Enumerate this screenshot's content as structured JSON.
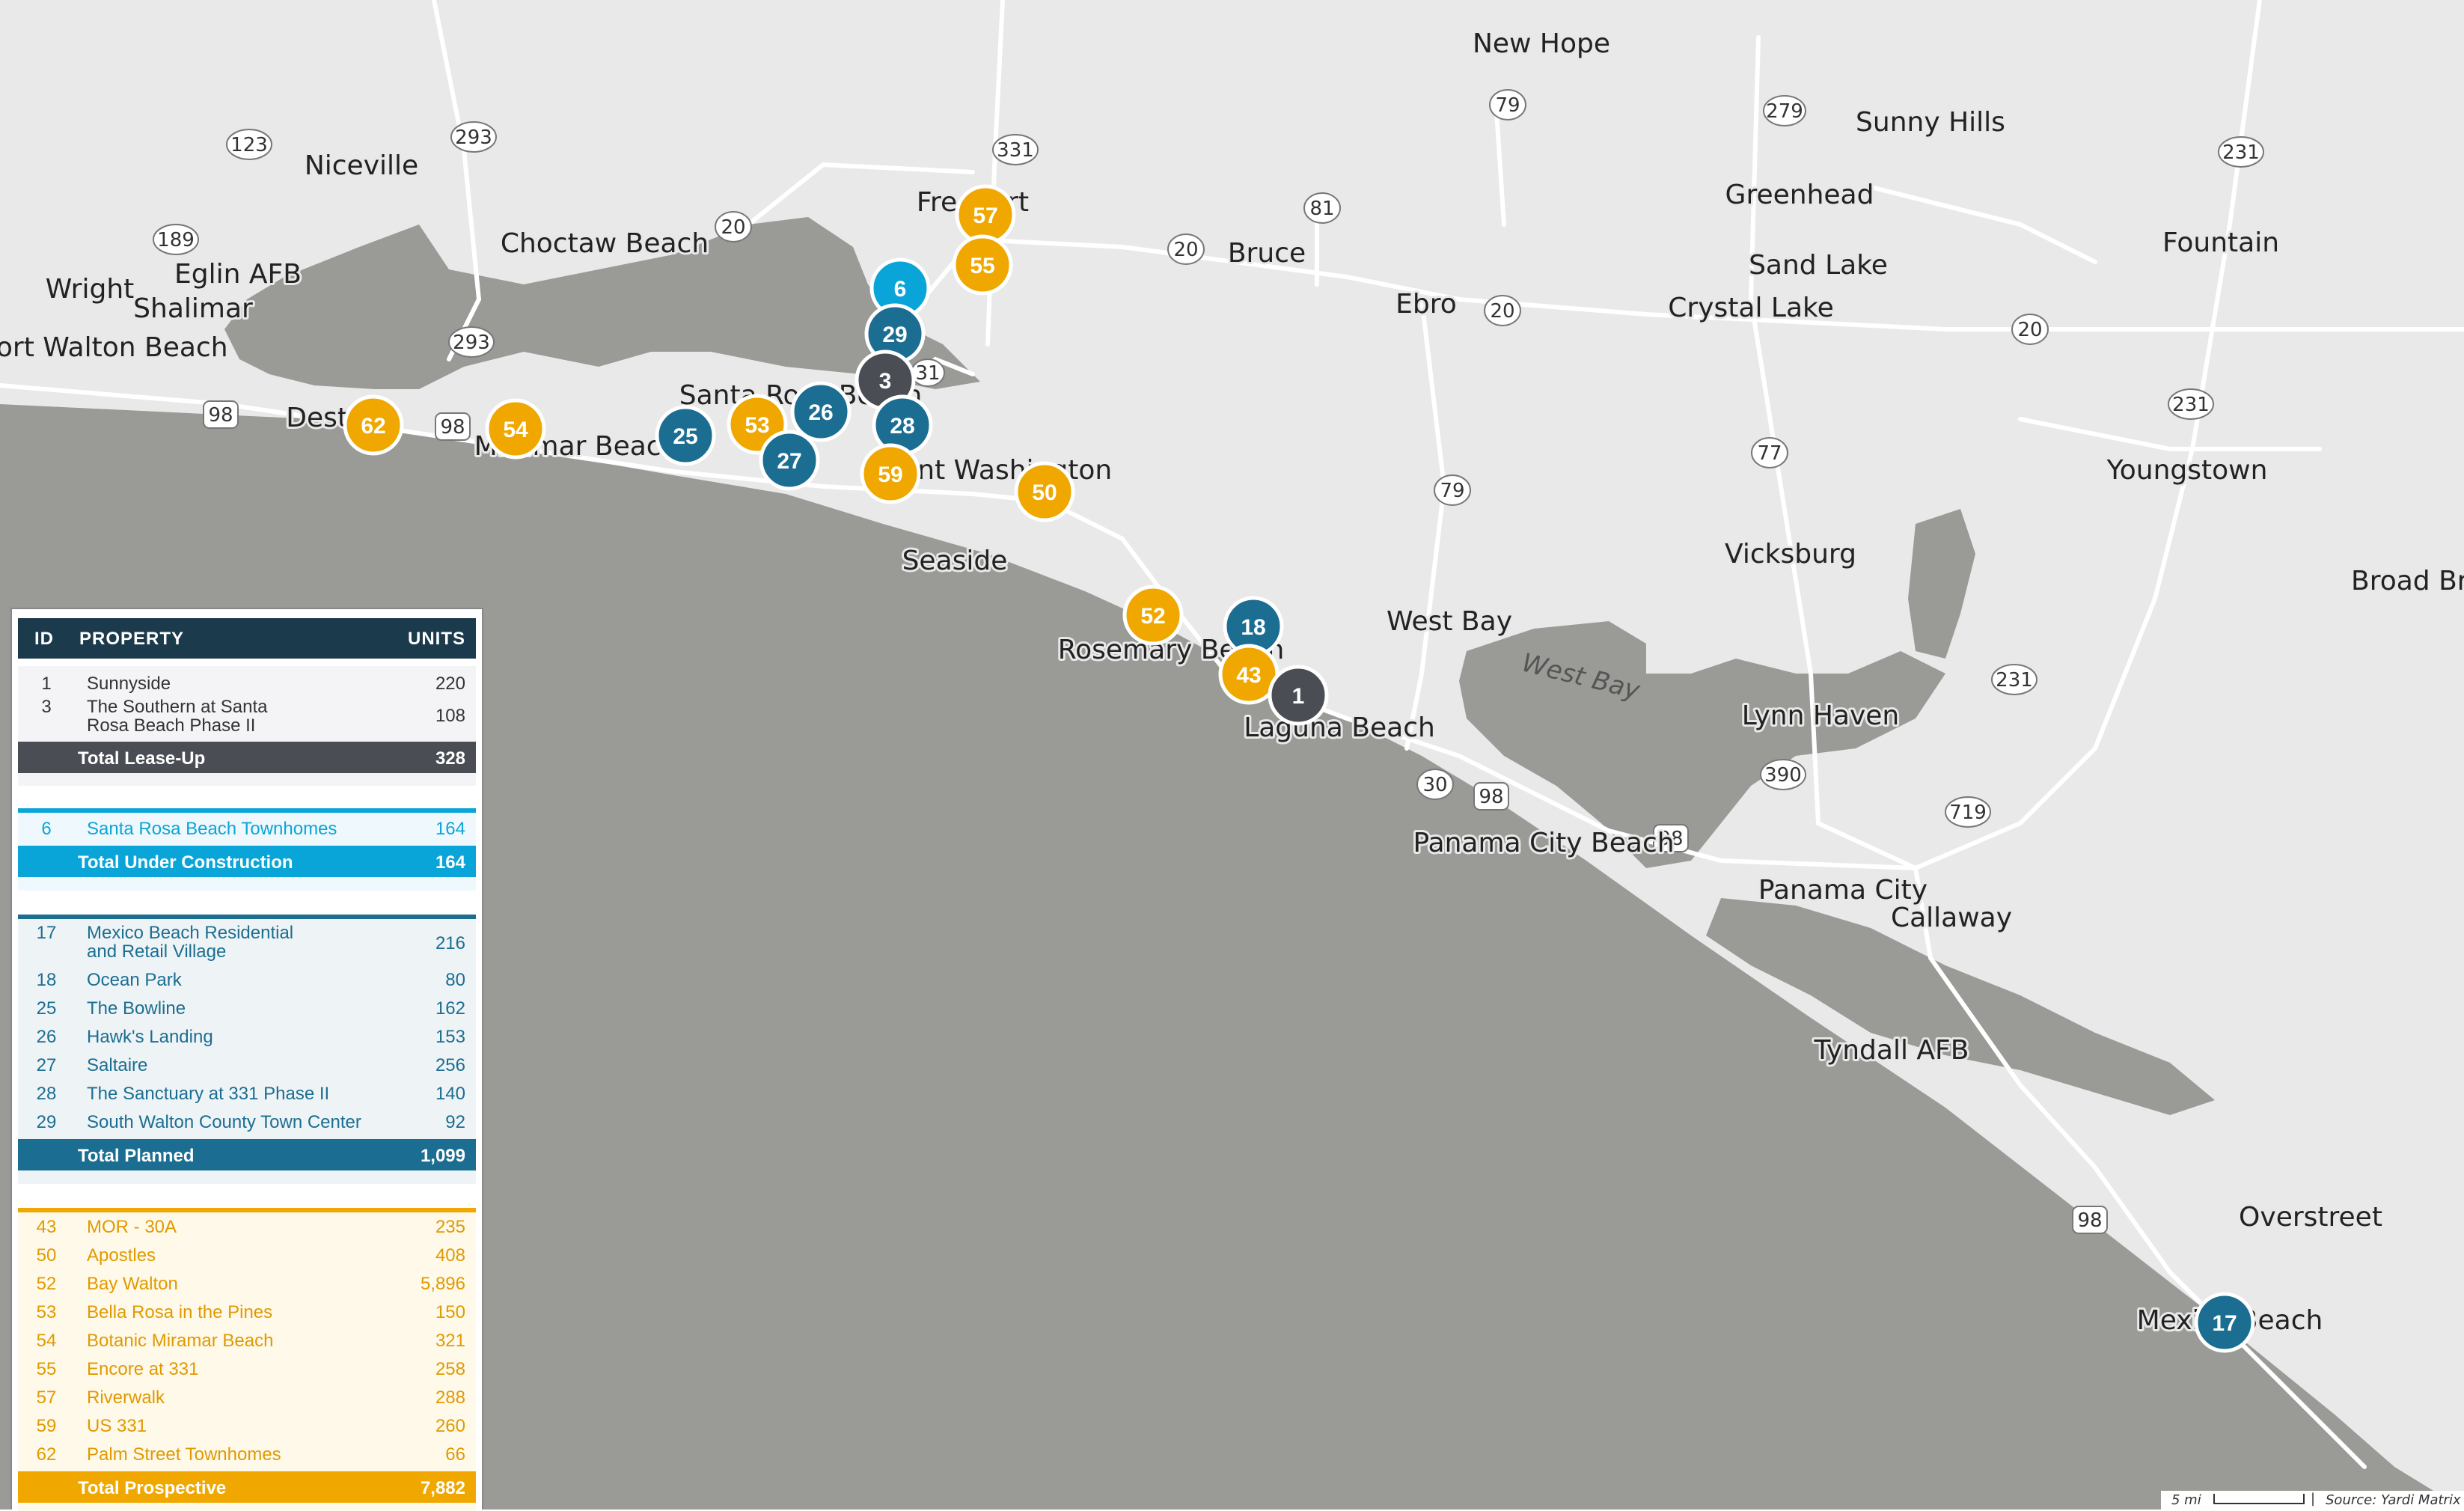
{
  "map": {
    "places": [
      {
        "name": "New Hope"
      },
      {
        "name": "Sunny Hills"
      },
      {
        "name": "Niceville"
      },
      {
        "name": "Greenhead"
      },
      {
        "name": "Choctaw Beach"
      },
      {
        "name": "Bruce"
      },
      {
        "name": "Fountain"
      },
      {
        "name": "Sand Lake"
      },
      {
        "name": "Wright"
      },
      {
        "name": "Eglin AFB"
      },
      {
        "name": "Shalimar"
      },
      {
        "name": "Ebro"
      },
      {
        "name": "Crystal Lake"
      },
      {
        "name": "Fort Walton Beach"
      },
      {
        "name": "Youngstown"
      },
      {
        "name": "Seaside"
      },
      {
        "name": "Vicksburg"
      },
      {
        "name": "Broad Br"
      },
      {
        "name": "West Bay"
      },
      {
        "name": "Lynn Haven"
      },
      {
        "name": "Panama City Beach"
      },
      {
        "name": "Panama City"
      },
      {
        "name": "Callaway"
      },
      {
        "name": "Tyndall AFB"
      },
      {
        "name": "Overstreet"
      },
      {
        "name": "Laguna Beach"
      },
      {
        "name": "Point Washington"
      },
      {
        "name": "Miramar Beach"
      },
      {
        "name": "Destin"
      },
      {
        "name": "Freeport"
      },
      {
        "name": "Santa Rosa Beach"
      },
      {
        "name": "Rosemary Beach"
      },
      {
        "name": "Mexico Beach"
      }
    ],
    "water_labels": [
      "West Bay"
    ],
    "highways": [
      "79",
      "279",
      "331",
      "123",
      "293",
      "231",
      "81",
      "20",
      "189",
      "20",
      "20",
      "293",
      "31",
      "231",
      "98",
      "98",
      "77",
      "79",
      "30",
      "98",
      "98",
      "390",
      "719",
      "231",
      "98",
      "20"
    ],
    "pins": [
      {
        "id": "57",
        "status": "prospective"
      },
      {
        "id": "55",
        "status": "prospective"
      },
      {
        "id": "6",
        "status": "under_construction"
      },
      {
        "id": "29",
        "status": "planned"
      },
      {
        "id": "3",
        "status": "lease_up"
      },
      {
        "id": "62",
        "status": "prospective"
      },
      {
        "id": "54",
        "status": "prospective"
      },
      {
        "id": "25",
        "status": "planned"
      },
      {
        "id": "53",
        "status": "prospective"
      },
      {
        "id": "26",
        "status": "planned"
      },
      {
        "id": "28",
        "status": "planned"
      },
      {
        "id": "27",
        "status": "planned"
      },
      {
        "id": "59",
        "status": "prospective"
      },
      {
        "id": "50",
        "status": "prospective"
      },
      {
        "id": "52",
        "status": "prospective"
      },
      {
        "id": "18",
        "status": "planned"
      },
      {
        "id": "43",
        "status": "prospective"
      },
      {
        "id": "1",
        "status": "lease_up"
      },
      {
        "id": "17",
        "status": "planned"
      }
    ],
    "status_colors": {
      "lease_up": "#4a4e54",
      "under_construction": "#0aa5d8",
      "planned": "#1b6e91",
      "prospective": "#f0a800"
    },
    "scale": {
      "label": "5 mi",
      "separator": "|",
      "source": "Source: Yardi Matrix"
    }
  },
  "legend": {
    "header": {
      "id": "ID",
      "property": "PROPERTY",
      "units": "UNITS"
    },
    "lease_up": {
      "rows": [
        {
          "id": "1",
          "name": "Sunnyside",
          "units": "220"
        },
        {
          "id": "3",
          "name": "The Southern at Santa Rosa Beach Phase II",
          "units": "108"
        }
      ],
      "total_label": "Total Lease-Up",
      "total": "328"
    },
    "under_construction": {
      "rows": [
        {
          "id": "6",
          "name": "Santa Rosa Beach Townhomes",
          "units": "164"
        }
      ],
      "total_label": "Total Under Construction",
      "total": "164"
    },
    "planned": {
      "rows": [
        {
          "id": "17",
          "name": "Mexico Beach Residential and Retail Village",
          "units": "216"
        },
        {
          "id": "18",
          "name": "Ocean Park",
          "units": "80"
        },
        {
          "id": "25",
          "name": "The Bowline",
          "units": "162"
        },
        {
          "id": "26",
          "name": "Hawk's Landing",
          "units": "153"
        },
        {
          "id": "27",
          "name": "Saltaire",
          "units": "256"
        },
        {
          "id": "28",
          "name": "The Sanctuary at 331 Phase II",
          "units": "140"
        },
        {
          "id": "29",
          "name": "South Walton County Town Center",
          "units": "92"
        }
      ],
      "total_label": "Total Planned",
      "total": "1,099"
    },
    "prospective": {
      "rows": [
        {
          "id": "43",
          "name": "MOR - 30A",
          "units": "235"
        },
        {
          "id": "50",
          "name": "Apostles",
          "units": "408"
        },
        {
          "id": "52",
          "name": "Bay Walton",
          "units": "5,896"
        },
        {
          "id": "53",
          "name": "Bella Rosa in the Pines",
          "units": "150"
        },
        {
          "id": "54",
          "name": "Botanic Miramar Beach",
          "units": "321"
        },
        {
          "id": "55",
          "name": "Encore at 331",
          "units": "258"
        },
        {
          "id": "57",
          "name": "Riverwalk",
          "units": "288"
        },
        {
          "id": "59",
          "name": "US 331",
          "units": "260"
        },
        {
          "id": "62",
          "name": "Palm Street Townhomes",
          "units": "66"
        }
      ],
      "total_label": "Total Prospective",
      "total": "7,882"
    }
  }
}
